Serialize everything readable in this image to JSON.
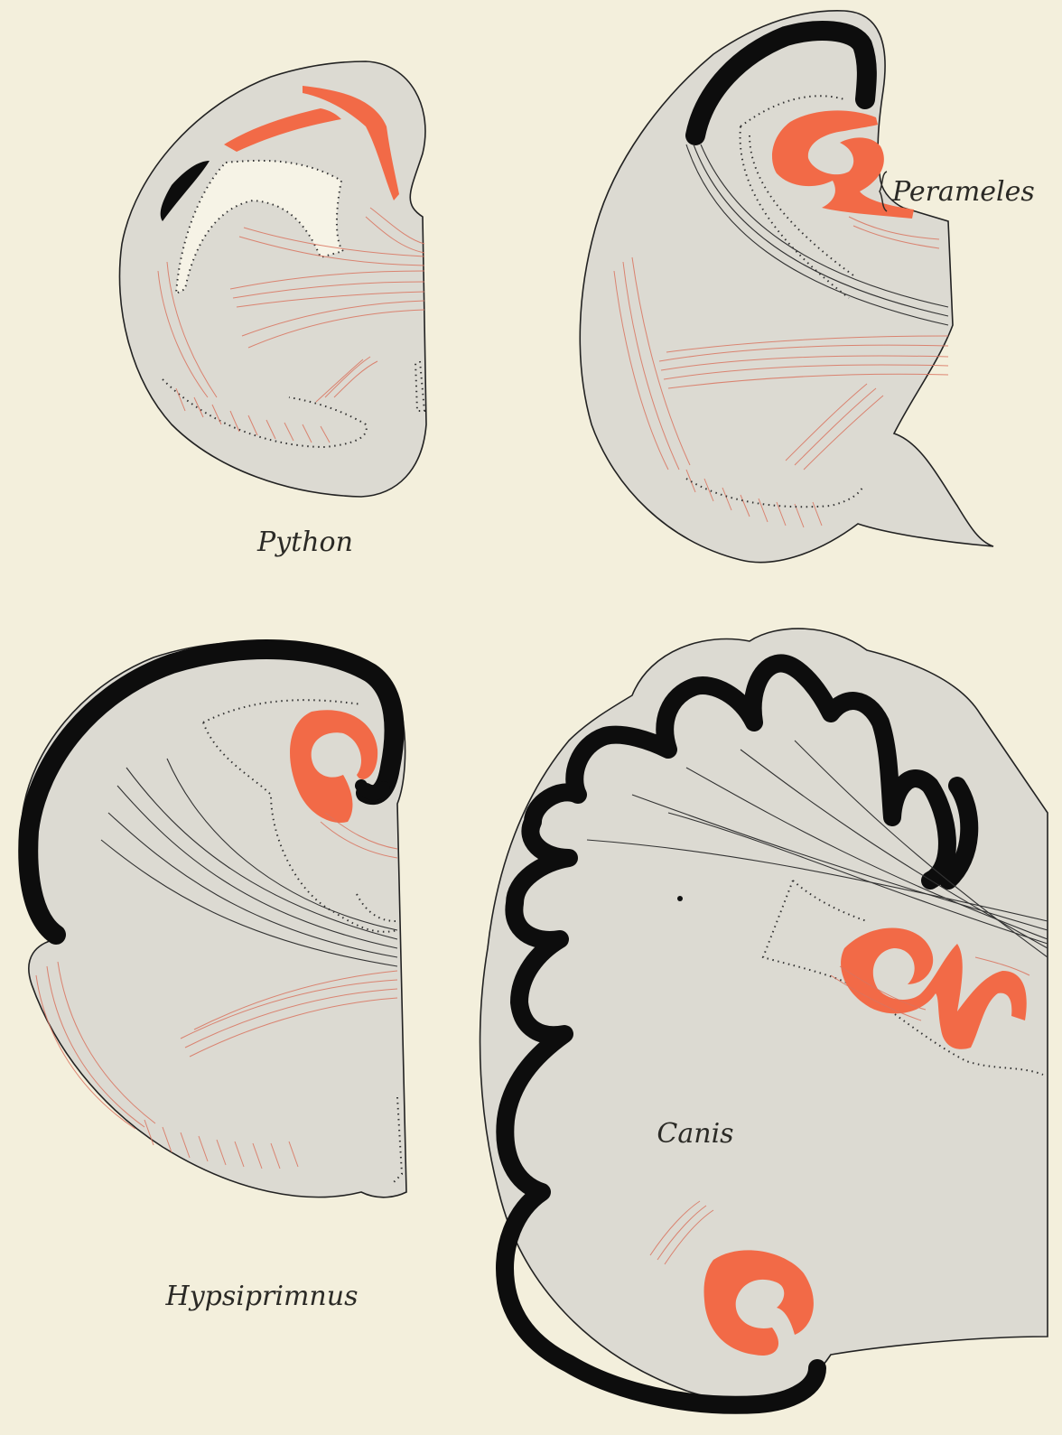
{
  "plate": {
    "background": "#f3efdc",
    "section_fill": "#dcdad2",
    "cortex_color": "#0d0d0d",
    "hippocampus_color": "#f26a47",
    "fiber_color": "#d9735f"
  },
  "labels": {
    "python": "Python",
    "perameles": "Perameles",
    "hypsiprimnus": "Hypsiprimnus",
    "canis": "Canis"
  }
}
